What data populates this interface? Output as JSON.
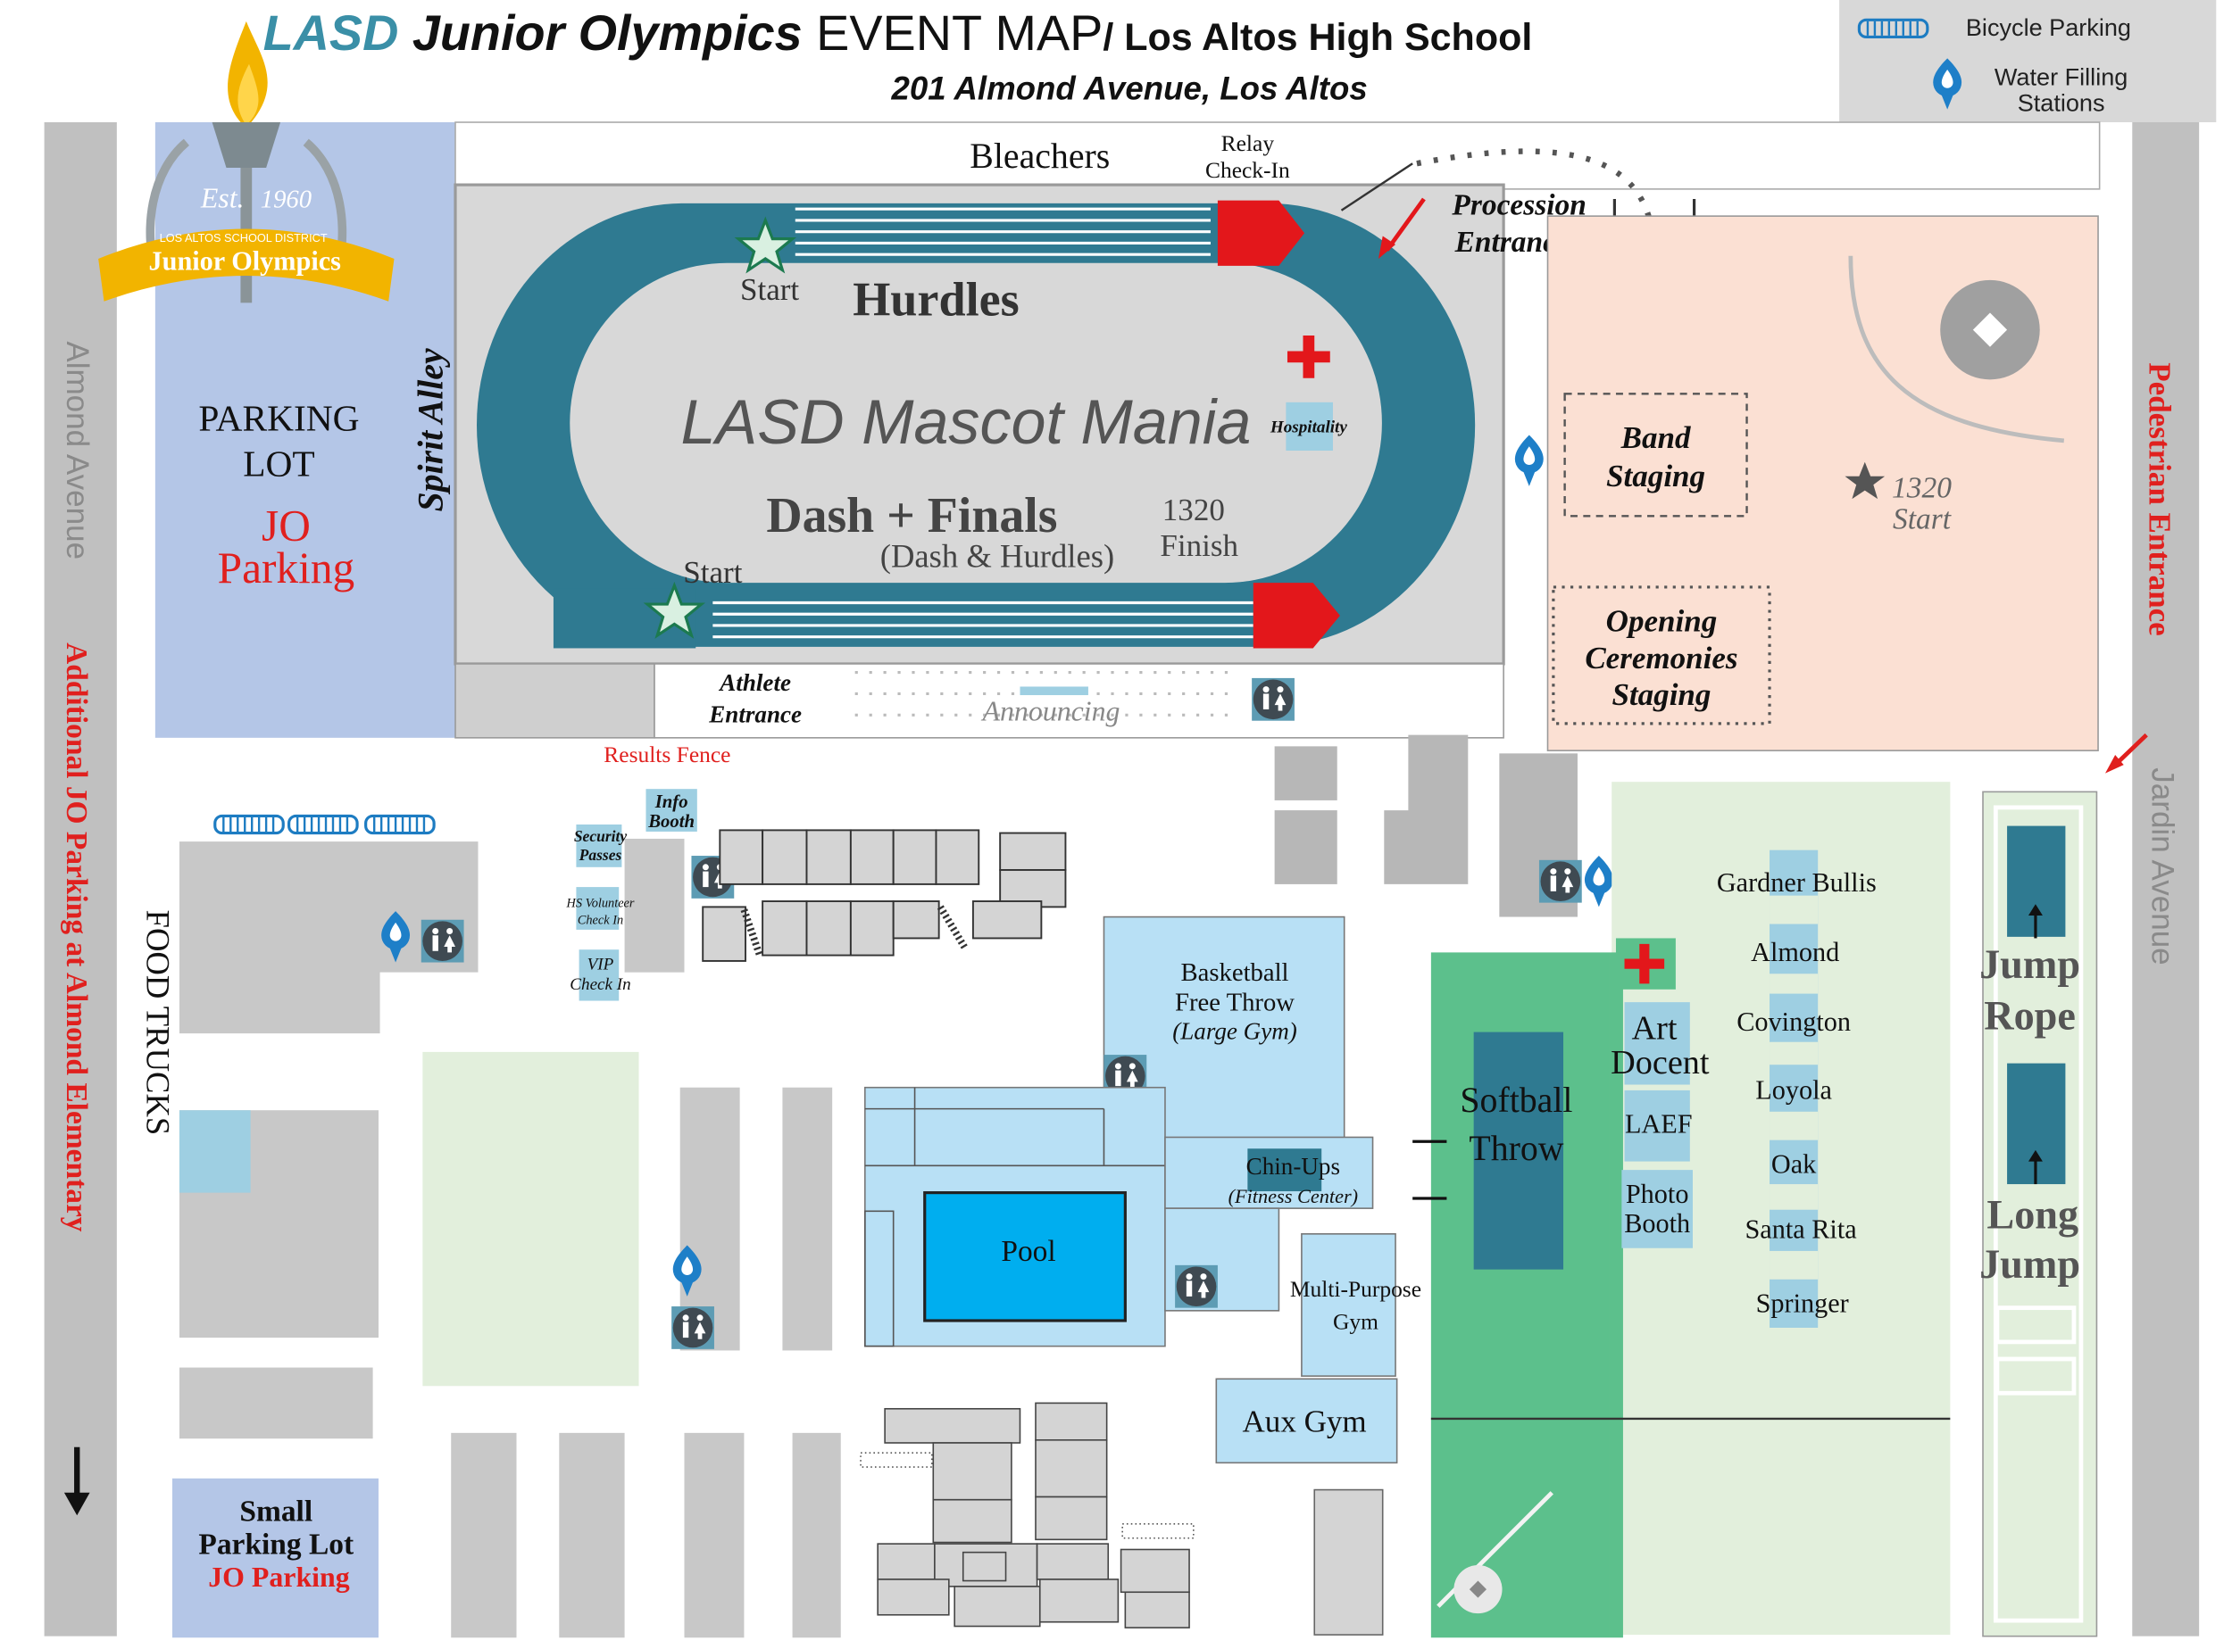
{
  "header": {
    "title_lasd": "LASD",
    "title_jo": "Junior Olympics",
    "title_event_map": "EVENT MAP",
    "title_school": "/ Los Altos High School",
    "address": "201 Almond Avenue, Los Altos"
  },
  "legend": {
    "bicycle_parking": "Bicycle Parking",
    "water_line1": "Water Filling",
    "water_line2": "Stations"
  },
  "logo": {
    "est": "Est.",
    "year": "1960",
    "district": "LOS ALTOS SCHOOL DISTRICT",
    "name": "Junior Olympics"
  },
  "streets": {
    "almond_avenue": "Almond Avenue",
    "jardin_avenue": "Jardin Avenue",
    "additional_parking": "Additional JO Parking at Almond Elementary",
    "pedestrian_entrance": "Pedestrian Entrance"
  },
  "parking": {
    "lot_line1": "PARKING",
    "lot_line2": "LOT",
    "jo_line1": "JO",
    "jo_line2": "Parking",
    "small_line1": "Small",
    "small_line2": "Parking Lot",
    "small_jo": "JO Parking"
  },
  "track": {
    "bleachers": "Bleachers",
    "relay_line1": "Relay",
    "relay_line2": "Check-In",
    "procession_line1": "Procession",
    "procession_line2": "Entrance",
    "start_top": "Start",
    "hurdles": "Hurdles",
    "mascot_mania": "LASD Mascot Mania",
    "hospitality": "Hospitality",
    "dash_finals": "Dash + Finals",
    "dash_sub": "(Dash & Hurdles)",
    "finish_num": "1320",
    "finish_word": "Finish",
    "start_bottom": "Start",
    "spirit_alley": "Spirit Alley",
    "athlete_line1": "Athlete",
    "athlete_line2": "Entrance",
    "announcing": "Announcing",
    "results_fence": "Results Fence"
  },
  "field": {
    "band_line1": "Band",
    "band_line2": "Staging",
    "start_num": "1320",
    "start_word": "Start",
    "opening_line1": "Opening",
    "opening_line2": "Ceremonies",
    "opening_line3": "Staging"
  },
  "booths": {
    "info_line1": "Info",
    "info_line2": "Booth",
    "security_line1": "Security",
    "security_line2": "Passes",
    "hs_line1": "HS Volunteer",
    "hs_line2": "Check In",
    "vip_line1": "VIP",
    "vip_line2": "Check In",
    "food_trucks": "FOOD TRUCKS"
  },
  "gyms": {
    "bb_line1": "Basketball",
    "bb_line2": "Free Throw",
    "bb_line3": "(Large Gym)",
    "chinups": "Chin-Ups",
    "fitness": "(Fitness Center)",
    "pool": "Pool",
    "mp_line1": "Multi-Purpose",
    "mp_line2": "Gym",
    "aux": "Aux Gym"
  },
  "softball": {
    "line1": "Softball",
    "line2": "Throw",
    "art_line1": "Art",
    "art_line2": "Docent",
    "laef": "LAEF",
    "photo_line1": "Photo",
    "photo_line2": "Booth"
  },
  "schools": [
    "Gardner Bullis",
    "Almond",
    "Covington",
    "Loyola",
    "Oak",
    "Santa Rita",
    "Springer"
  ],
  "jumps": {
    "rope_line1": "Jump",
    "rope_line2": "Rope",
    "long_line1": "Long",
    "long_line2": "Jump"
  },
  "icons": [
    "restroom-icon",
    "water-drop-icon",
    "first-aid-cross-icon",
    "bicycle-rack-icon",
    "star-icon",
    "torch-icon"
  ],
  "colors": {
    "track": "#2f7a91",
    "parking": "#b4c6e7",
    "field_pink": "#fbe0d3",
    "softball_green": "#5cc08c",
    "light_green": "#e2efdc",
    "light_blue": "#b8e0f5",
    "booth_blue": "#9ecfe2",
    "red": "#e0201e",
    "building_gray": "#c8c8c8"
  }
}
